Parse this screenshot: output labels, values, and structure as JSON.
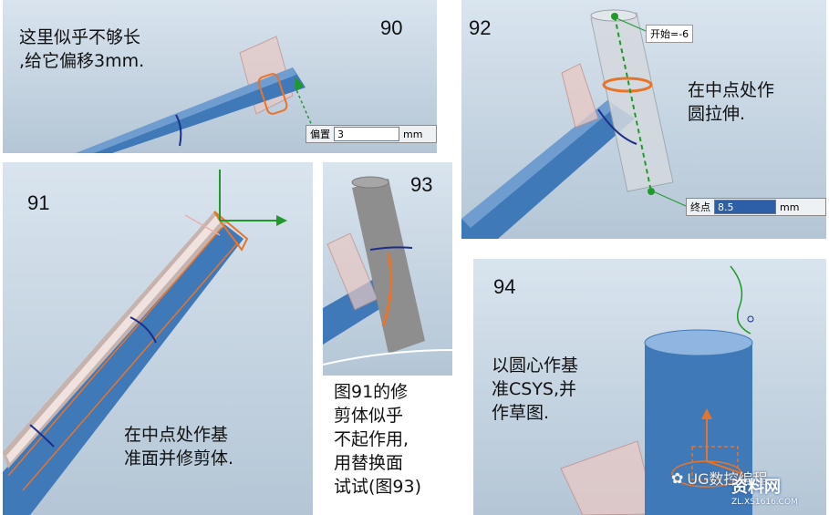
{
  "panels": {
    "p90": {
      "number": "90",
      "caption": [
        "这里似乎不够长",
        ",给它偏移3mm."
      ],
      "offset_label": "偏置",
      "offset_value": "3",
      "offset_unit": "mm"
    },
    "p91": {
      "number": "91",
      "caption": [
        "在中点处作基",
        "准面并修剪体."
      ]
    },
    "p92": {
      "number": "92",
      "caption": [
        "在中点处作",
        "圆拉伸."
      ],
      "start_tag": "开始=-6",
      "end_label": "终点",
      "end_value": "8.5",
      "end_unit": "mm"
    },
    "p93": {
      "number": "93",
      "caption": [
        "图91的修",
        "剪体似乎",
        "不起作用,",
        "用替换面",
        "试试(图93)"
      ]
    },
    "p94": {
      "number": "94",
      "caption": [
        "以圆心作基",
        "准CSYS,并",
        "作草图."
      ]
    }
  },
  "watermark": {
    "brand": "UG数控编程",
    "site_name": "资料网",
    "site_url": "ZL.XS1616.COM"
  },
  "colors": {
    "tube": "#3f79b8",
    "tube_light": "#8fb6e0",
    "orange": "#e8742a",
    "green": "#1f9a2a",
    "gray": "#8e8e8e"
  }
}
